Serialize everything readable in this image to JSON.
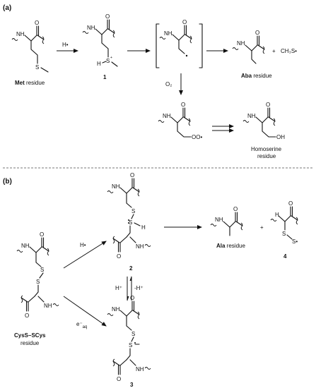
{
  "panel_a": {
    "label": "(a)",
    "met_name": "Met",
    "met_suffix": " residue",
    "compound1": "1",
    "h_radical": "H•",
    "aba_name": "Aba",
    "aba_suffix": " residue",
    "plus": "+",
    "ch3s": "CH₃S•",
    "o2": "O₂",
    "homoserine_line1": "Homoserine",
    "homoserine_line2": "residue",
    "atoms": {
      "nh": "NH",
      "o": "O",
      "s": "S",
      "oh": "OH",
      "oo": "OO•",
      "h": "H"
    }
  },
  "panel_b": {
    "label": "(b)",
    "h_radical": "H•",
    "e_aq": "e⁻",
    "e_aq_sub": "aq",
    "h_plus": "H⁺",
    "minus_h_plus": "-H⁺",
    "compound2": "2",
    "compound3": "3",
    "compound4": "4",
    "ala_name": "Ala",
    "ala_suffix": " residue",
    "plus": "+",
    "cyss_line1": "CysS–SCys",
    "cyss_line2": "residue",
    "atoms": {
      "nh": "NH",
      "o": "O",
      "s": "S",
      "h": "H",
      "sdot": "S•",
      "sminus": "S"
    }
  },
  "colors": {
    "ink": "#111111",
    "divider": "#777777",
    "background": "#ffffff"
  }
}
